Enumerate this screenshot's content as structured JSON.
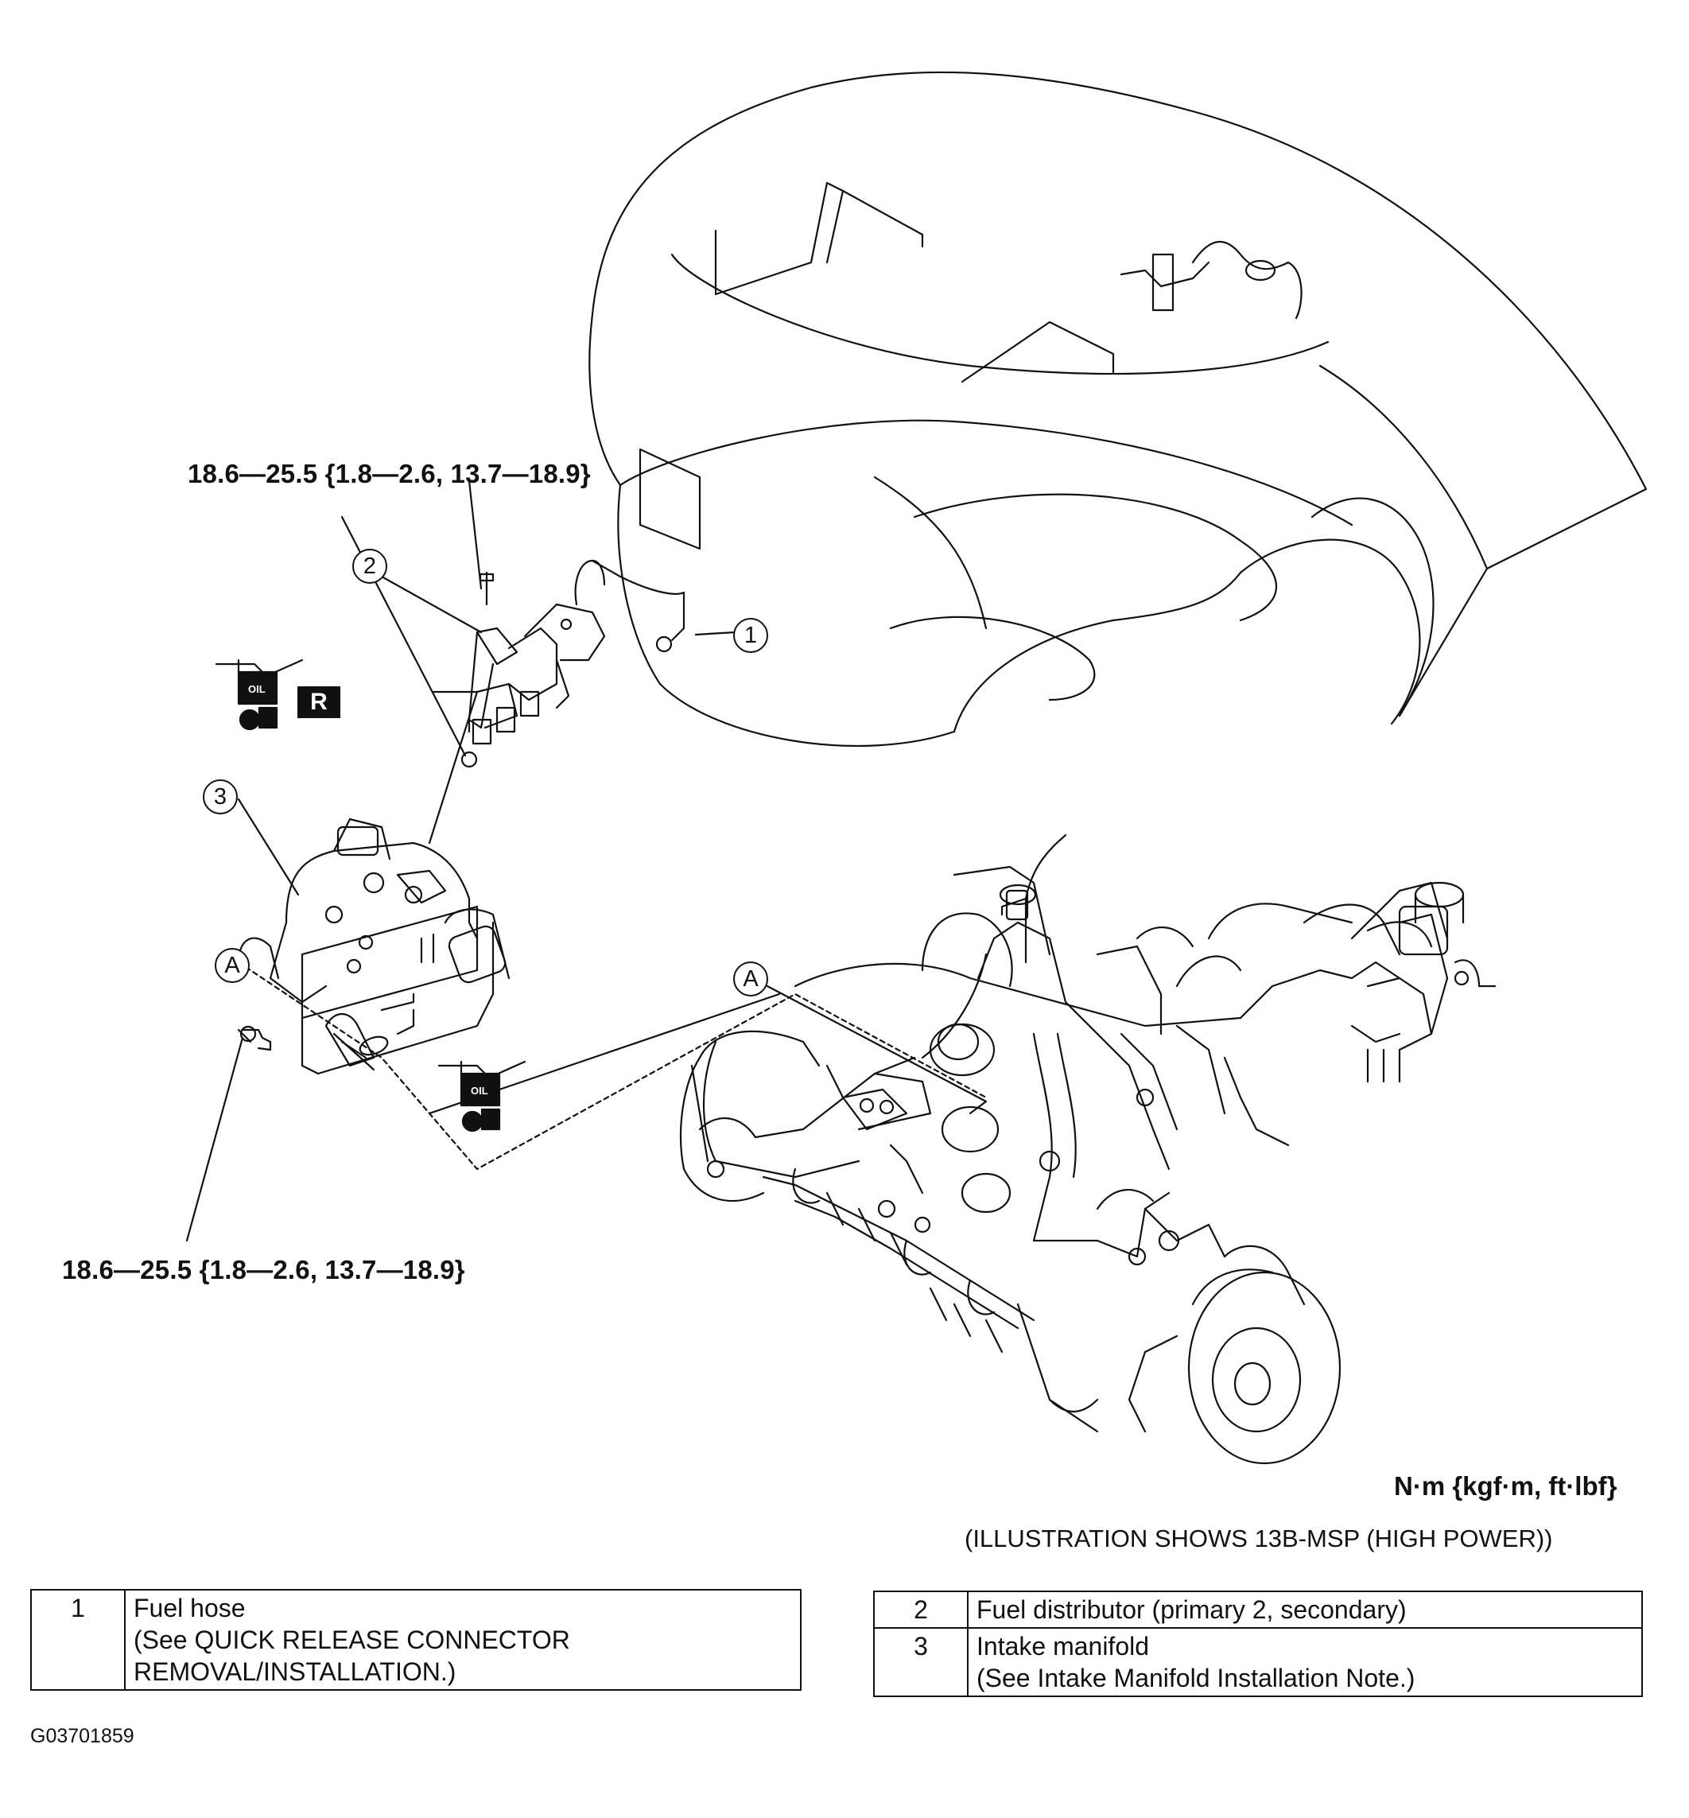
{
  "torque_top": "18.6—25.5 {1.8—2.6, 13.7—18.9}",
  "torque_bottom": "18.6—25.5 {1.8—2.6, 13.7—18.9}",
  "callouts": {
    "c1": "1",
    "c2": "2",
    "c3": "3",
    "ca1": "A",
    "ca2": "A"
  },
  "badge_r": "R",
  "oil_label": "OIL",
  "units": "N·m {kgf·m, ft·lbf}",
  "illustration_note": "(ILLUSTRATION SHOWS 13B-MSP (HIGH POWER))",
  "doc_id": "G03701859",
  "table_left": {
    "rows": [
      {
        "num": "1",
        "lines": [
          "Fuel hose",
          "(See  QUICK RELEASE CONNECTOR",
          "REMOVAL/INSTALLATION.)"
        ]
      }
    ]
  },
  "table_right": {
    "rows": [
      {
        "num": "2",
        "lines": [
          "Fuel distributor (primary 2, secondary)"
        ]
      },
      {
        "num": "3",
        "lines": [
          "Intake manifold",
          "(See Intake Manifold Installation Note.)"
        ]
      }
    ]
  }
}
